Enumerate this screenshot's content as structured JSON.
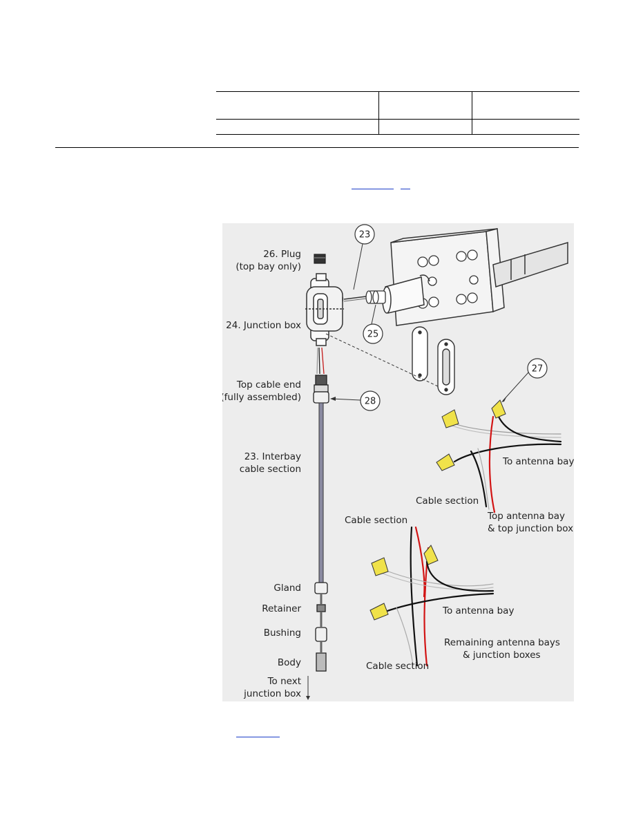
{
  "figure": {
    "callouts": {
      "c23": "23",
      "c25": "25",
      "c27": "27",
      "c28": "28"
    },
    "labels": {
      "plug_line1": "26. Plug",
      "plug_line2": "(top bay only)",
      "junction_box": "24. Junction box",
      "top_cable_end_line1": "Top cable end",
      "top_cable_end_line2": "(fully assembled)",
      "interbay_line1": "23. Interbay",
      "interbay_line2": "cable section",
      "gland": "Gland",
      "retainer": "Retainer",
      "bushing": "Bushing",
      "body": "Body",
      "to_next_line1": "To next",
      "to_next_line2": "junction box",
      "to_antenna_bay_top": "To antenna bay",
      "cable_section_top": "Cable section",
      "top_bay_line1": "Top antenna bay",
      "top_bay_line2": "& top junction box",
      "cable_section_mid": "Cable section",
      "to_antenna_bay_bottom": "To antenna bay",
      "remaining_line1": "Remaining antenna bays",
      "remaining_line2": "& junction boxes",
      "cable_section_bottom": "Cable section"
    }
  }
}
